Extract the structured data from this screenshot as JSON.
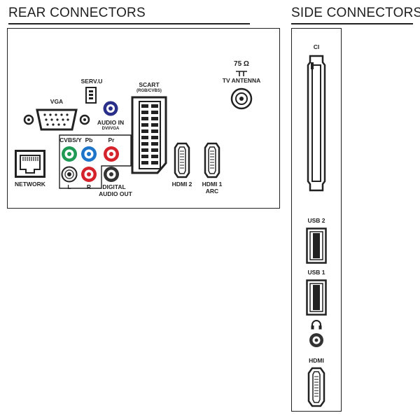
{
  "rear": {
    "title": "REAR CONNECTORS",
    "labels": {
      "vga": "VGA",
      "serv_u": "SERV.U",
      "audio_in": "AUDIO IN",
      "dvi_vga": "DVI/VGA",
      "scart": "SCART",
      "rgb_cvbs": "(RGB/CVBS)",
      "ohm": "75 Ω",
      "tv_antenna": "TV ANTENNA",
      "network": "NETWORK",
      "cvbs_y": "CVBS/Y",
      "pb": "Pb",
      "pr": "Pr",
      "l": "L",
      "r": "R",
      "digital": "DIGITAL",
      "audio_out": "AUDIO OUT",
      "hdmi2": "HDMI 2",
      "hdmi1": "HDMI 1",
      "arc": "ARC"
    }
  },
  "side": {
    "title": "SIDE CONNECTORS",
    "labels": {
      "ci": "CI",
      "usb2": "USB 2",
      "usb1": "USB 1",
      "hdmi": "HDMI"
    }
  },
  "colors": {
    "green": "#1f9a55",
    "blue": "#1d75c9",
    "red": "#d4232b",
    "dark_blue": "#2a2f8a",
    "white_jack": "#f2f2f2",
    "black_jack": "#333333"
  }
}
